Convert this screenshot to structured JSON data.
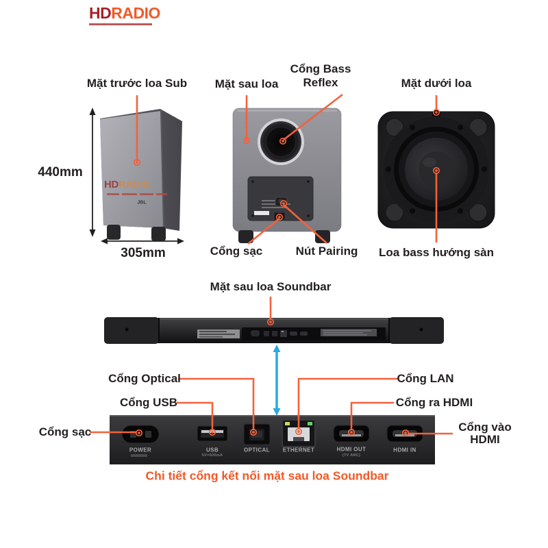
{
  "logo": {
    "hd": "HD",
    "radio": "RADIO"
  },
  "colors": {
    "accent": "#f15a29",
    "leader": "#f4613b",
    "blue_arrow": "#2aa9e0",
    "text": "#231f20"
  },
  "sub_front": {
    "label": "Mặt trước loa Sub",
    "height": "440mm",
    "width": "305mm",
    "watermark_hd": "HD",
    "watermark_radio": "RADIO",
    "watermark_brand": "JBL"
  },
  "sub_back": {
    "label": "Mặt sau loa",
    "bass_reflex_line1": "Cổng Bass",
    "bass_reflex_line2": "Reflex",
    "charge_label": "Cổng sạc",
    "pairing_label": "Nút Pairing"
  },
  "sub_bottom": {
    "label": "Mặt dưới loa",
    "woofer_label": "Loa bass hướng sàn"
  },
  "soundbar": {
    "label": "Mặt sau loa Soundbar"
  },
  "ports": {
    "caption": "Chi tiết cổng kết nối mặt sau loa Soundbar",
    "callout_power": "Cổng sạc",
    "callout_usb": "Cổng USB",
    "callout_optical": "Cổng Optical",
    "callout_lan": "Cổng LAN",
    "callout_hdmi_out": "Cổng ra HDMI",
    "callout_hdmi_in_line1": "Cổng vào",
    "callout_hdmi_in_line2": "HDMI",
    "label_power": "POWER",
    "label_usb": "USB",
    "label_usb_sub": "5V=500mA",
    "label_optical": "OPTICAL",
    "label_ethernet": "ETHERNET",
    "label_hdmi_out": "HDMI OUT",
    "label_hdmi_out_sub": "(TV ARC)",
    "label_hdmi_in": "HDMI IN"
  }
}
